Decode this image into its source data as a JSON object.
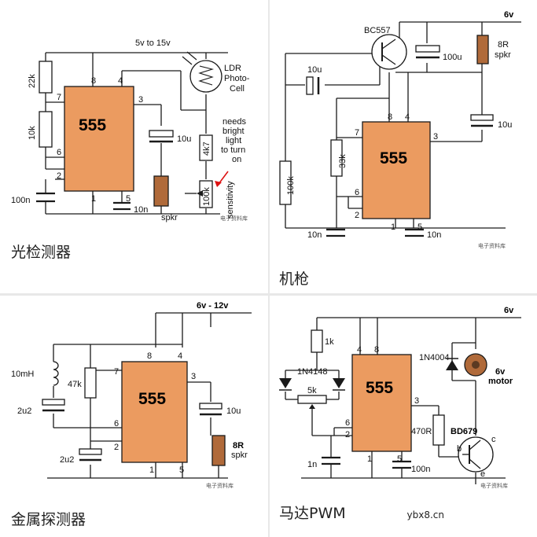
{
  "panels": [
    {
      "caption": "光检测器",
      "supply": "5v to 15v",
      "chip": "555",
      "components": {
        "r1": "22k",
        "r2": "10k",
        "c1": "100n",
        "c2": "10u",
        "c3": "10n",
        "spk": "spkr",
        "r3": "4k7",
        "vr": "100k",
        "ldr1": "LDR",
        "ldr2": "Photo-",
        "ldr3": "Cell",
        "note1": "needs",
        "note2": "bright",
        "note3": "light",
        "note4": "to turn",
        "note5": "on",
        "sens": "sensitivity"
      },
      "pins": [
        "8",
        "4",
        "7",
        "3",
        "6",
        "2",
        "1",
        "5"
      ],
      "watermark": "电子资料库"
    },
    {
      "caption": "机枪",
      "supply": "6v",
      "chip": "555",
      "components": {
        "q": "BC557",
        "c1": "10u",
        "c2": "100u",
        "spk1": "8R",
        "spk2": "spkr",
        "c3": "10u",
        "r1": "33k",
        "r2": "100k",
        "c4": "10n",
        "c5": "10n"
      },
      "pins": [
        "8",
        "4",
        "7",
        "3",
        "6",
        "2",
        "1",
        "5"
      ],
      "watermark": "电子资料库"
    },
    {
      "caption": "金属探测器",
      "supply": "6v - 12v",
      "chip": "555",
      "components": {
        "l": "10mH",
        "r1": "47k",
        "c1": "2u2",
        "c2": "2u2",
        "c3": "10u",
        "spk1": "8R",
        "spk2": "spkr"
      },
      "pins": [
        "8",
        "4",
        "7",
        "3",
        "6",
        "2",
        "1",
        "5"
      ],
      "watermark": "电子资料库"
    },
    {
      "caption": "马达PWM",
      "supply": "6v",
      "chip": "555",
      "components": {
        "r1": "1k",
        "d1": "1N4148",
        "vr": "5k",
        "c1": "1n",
        "c2": "100n",
        "r2": "470R",
        "q": "BD679",
        "d2": "1N4004",
        "m1": "6v",
        "m2": "motor",
        "b": "b",
        "c": "c",
        "e": "e"
      },
      "pins": [
        "4",
        "8",
        "3",
        "6",
        "2",
        "1",
        "5"
      ],
      "watermark": "电子资料库"
    }
  ],
  "site_watermark": "ybx8.cn",
  "colors": {
    "chip": "#eb9b60",
    "wire": "#1a1a1a",
    "grid": "#e6e6e6"
  }
}
